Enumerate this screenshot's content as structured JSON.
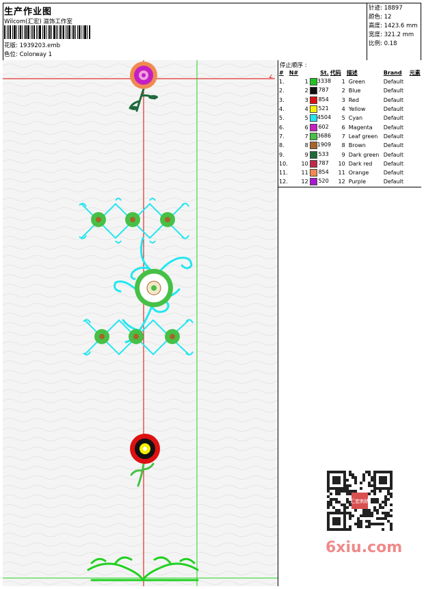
{
  "header": {
    "title": "生产作业图",
    "company": "Wilcom(汇宏) 滋饰工作室",
    "design_label": "花版: 1939203.emb",
    "colorway_label": "色位: Colorway 1"
  },
  "info": {
    "stitches": "针迹: 18897",
    "colors": "颜色: 12",
    "height": "高度: 1423.6 mm",
    "width": "宽度: 321.2 mm",
    "scale": "比例: 0.18"
  },
  "panel": {
    "title": "停止顺序 :",
    "columns": [
      "#",
      "N#",
      "St.",
      "代码",
      "描述",
      "Brand",
      "元素"
    ],
    "rows": [
      {
        "n": "1.",
        "no": "1",
        "st": "3338",
        "code": "1",
        "desc": "Green",
        "brand": "Default",
        "color": "#22c422"
      },
      {
        "n": "2.",
        "no": "2",
        "st": "787",
        "code": "2",
        "desc": "Blue",
        "brand": "Default",
        "color": "#111111"
      },
      {
        "n": "3.",
        "no": "3",
        "st": "854",
        "code": "3",
        "desc": "Red",
        "brand": "Default",
        "color": "#dd1111"
      },
      {
        "n": "4.",
        "no": "4",
        "st": "521",
        "code": "4",
        "desc": "Yellow",
        "brand": "Default",
        "color": "#f5f000"
      },
      {
        "n": "5.",
        "no": "5",
        "st": "4504",
        "code": "5",
        "desc": "Cyan",
        "brand": "Default",
        "color": "#22e6f0"
      },
      {
        "n": "6.",
        "no": "6",
        "st": "602",
        "code": "6",
        "desc": "Magenta",
        "brand": "Default",
        "color": "#c41fc4"
      },
      {
        "n": "7.",
        "no": "7",
        "st": "3686",
        "code": "7",
        "desc": "Leaf green",
        "brand": "Default",
        "color": "#46c046"
      },
      {
        "n": "8.",
        "no": "8",
        "st": "1909",
        "code": "8",
        "desc": "Brown",
        "brand": "Default",
        "color": "#a8642a"
      },
      {
        "n": "9.",
        "no": "9",
        "st": "533",
        "code": "9",
        "desc": "Dark green",
        "brand": "Default",
        "color": "#1f6a3a"
      },
      {
        "n": "10.",
        "no": "10",
        "st": "787",
        "code": "10",
        "desc": "Dark red",
        "brand": "Default",
        "color": "#c02a4a"
      },
      {
        "n": "11.",
        "no": "11",
        "st": "854",
        "code": "11",
        "desc": "Orange",
        "brand": "Default",
        "color": "#f08a50"
      },
      {
        "n": "12.",
        "no": "12",
        "st": "520",
        "code": "12",
        "desc": "Purple",
        "brand": "Default",
        "color": "#a818d0"
      }
    ]
  },
  "watermark": {
    "site": "6xiu.com",
    "stamp": "汇宏刺绣"
  }
}
